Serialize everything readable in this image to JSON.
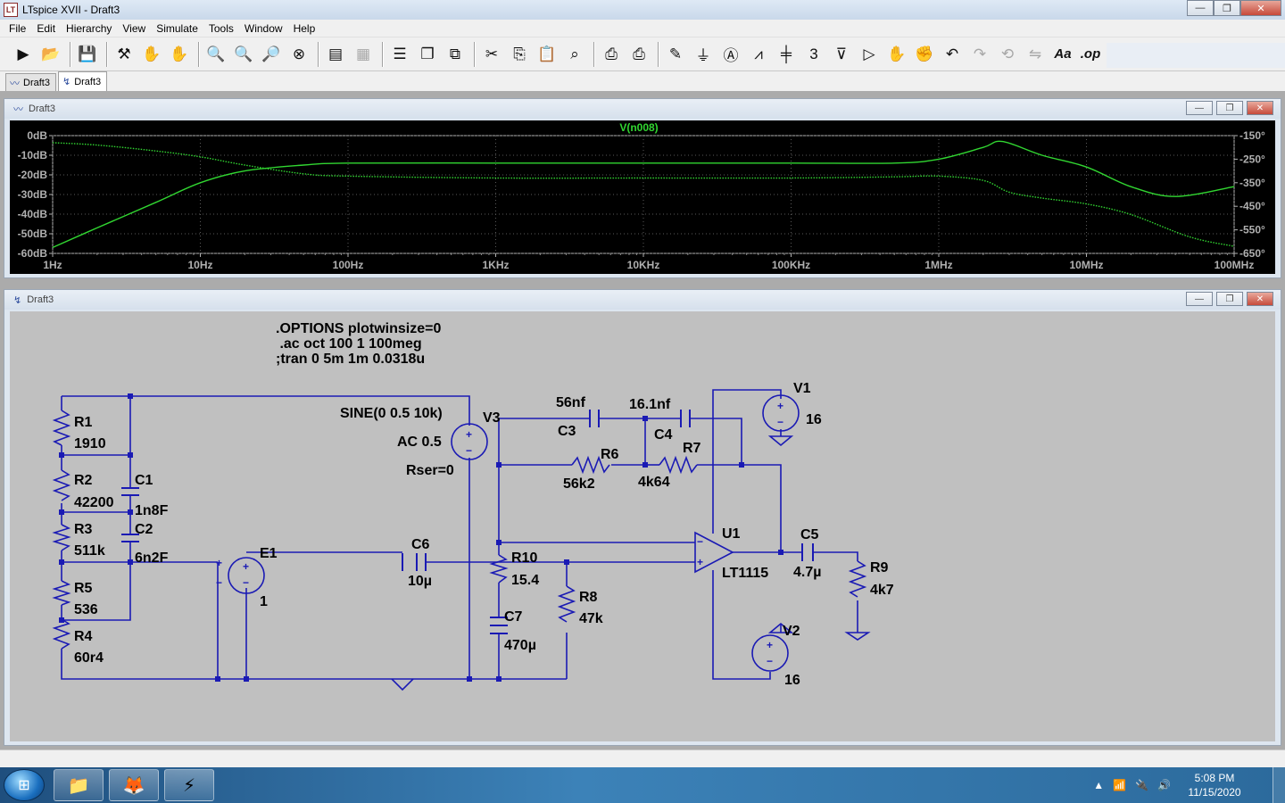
{
  "window": {
    "title": "LTspice XVII - Draft3",
    "minimize": "—",
    "restore": "❐",
    "close": "✕"
  },
  "menu": [
    "File",
    "Edit",
    "Hierarchy",
    "View",
    "Simulate",
    "Tools",
    "Window",
    "Help"
  ],
  "toolbar": {
    "buttons": [
      "run-icon",
      "open-icon",
      "save-icon",
      "control-panel-icon",
      "halt-icon",
      "pan-icon",
      "zoom-in-icon",
      "zoom-full-icon",
      "zoom-out-icon",
      "zoom-cancel-icon",
      "autorange-icon",
      "grid-icon",
      "tile-h-icon",
      "tile-v-icon",
      "cascade-icon",
      "cut-icon",
      "copy-icon",
      "paste-icon",
      "find-icon",
      "print-icon",
      "print-setup-icon",
      "wire-icon",
      "ground-icon",
      "label-icon",
      "resistor-icon",
      "capacitor-icon",
      "inductor-icon",
      "diode-icon",
      "component-icon",
      "move-icon",
      "drag-icon",
      "undo-icon",
      "redo-icon",
      "rotate-icon",
      "mirror-icon",
      "text-icon",
      "spice-directive-icon"
    ],
    "text_label": "Aa",
    "directive_label": ".op"
  },
  "tabs": [
    {
      "label": "Draft3",
      "icon": "waveform-icon",
      "active": false
    },
    {
      "label": "Draft3",
      "icon": "schematic-icon",
      "active": true
    }
  ],
  "plot_window": {
    "title": "Draft3",
    "trace_label": "V(n008)",
    "trace_color": "#31d631",
    "background": "#000000",
    "left_axis": [
      "0dB",
      "-10dB",
      "-20dB",
      "-30dB",
      "-40dB",
      "-50dB",
      "-60dB"
    ],
    "right_axis": [
      "-150°",
      "-250°",
      "-350°",
      "-450°",
      "-550°",
      "-650°"
    ],
    "x_axis": [
      "1Hz",
      "10Hz",
      "100Hz",
      "1KHz",
      "10KHz",
      "100KHz",
      "1MHz",
      "10MHz",
      "100MHz"
    ]
  },
  "chart_data": {
    "type": "line",
    "title": "V(n008)",
    "x_scale": "log",
    "xlim": [
      1,
      100000000
    ],
    "ylim": [
      -60,
      0
    ],
    "y2lim": [
      -650,
      -150
    ],
    "series": [
      {
        "name": "V(n008)",
        "style": "solid",
        "axis": "left",
        "x": [
          1,
          2,
          5,
          10,
          20,
          50,
          100,
          1000,
          10000,
          100000,
          500000,
          1000000,
          2000000,
          2700000,
          5000000,
          10000000,
          20000000,
          40000000,
          100000000
        ],
        "values": [
          -57,
          -47,
          -34,
          -24,
          -18,
          -15,
          -14,
          -14,
          -14,
          -14,
          -14,
          -12,
          -6,
          -3,
          -10,
          -16,
          -26,
          -31,
          -26
        ]
      },
      {
        "name": "",
        "style": "dotted",
        "axis": "right",
        "x": [
          1,
          2,
          5,
          10,
          20,
          50,
          100,
          1000,
          10000,
          100000,
          500000,
          1000000,
          2000000,
          3000000,
          5000000,
          10000000,
          20000000,
          50000000,
          100000000
        ],
        "values": [
          -180,
          -190,
          -215,
          -240,
          -275,
          -312,
          -322,
          -330,
          -330,
          -330,
          -325,
          -322,
          -340,
          -390,
          -415,
          -440,
          -485,
          -580,
          -620
        ]
      }
    ]
  },
  "schematic_window": {
    "title": "Draft3",
    "directives": [
      ".OPTIONS plotwinsize=0",
      " .ac oct 100 1 100meg",
      ";tran 0 5m 1m 0.0318u"
    ],
    "labels": {
      "r1": "R1",
      "r1v": "1910",
      "r2": "R2",
      "r2v": "42200",
      "r3": "R3",
      "r3v": "511k",
      "r5": "R5",
      "r5v": "536",
      "r4": "R4",
      "r4v": "60r4",
      "c1": "C1",
      "c1v": "1n8F",
      "c2": "C2",
      "c2v": "6n2F",
      "e1": "E1",
      "e1v": "1",
      "sine": "SINE(0 0.5 10k)",
      "ac": "AC 0.5",
      "rser": "Rser=0",
      "v3": "V3",
      "c3v": "56nf",
      "c3": "C3",
      "c4v": "16.1nf",
      "c4": "C4",
      "r6": "R6",
      "r6v": "56k2",
      "r7": "R7",
      "r7v": "4k64",
      "v1": "V1",
      "v1v": "16",
      "c6": "C6",
      "c6v": "10µ",
      "r10": "R10",
      "r10v": "15.4",
      "r8": "R8",
      "r8v": "47k",
      "c7": "C7",
      "c7v": "470µ",
      "u1": "U1",
      "u1v": "LT1115",
      "c5": "C5",
      "c5v": "4.7µ",
      "r9": "R9",
      "r9v": "4k7",
      "v2": "V2",
      "v2v": "16"
    },
    "wire_color": "#1a1ab4",
    "background": "#c0c0c0"
  },
  "taskbar": {
    "time": "5:08 PM",
    "date": "11/15/2020"
  }
}
